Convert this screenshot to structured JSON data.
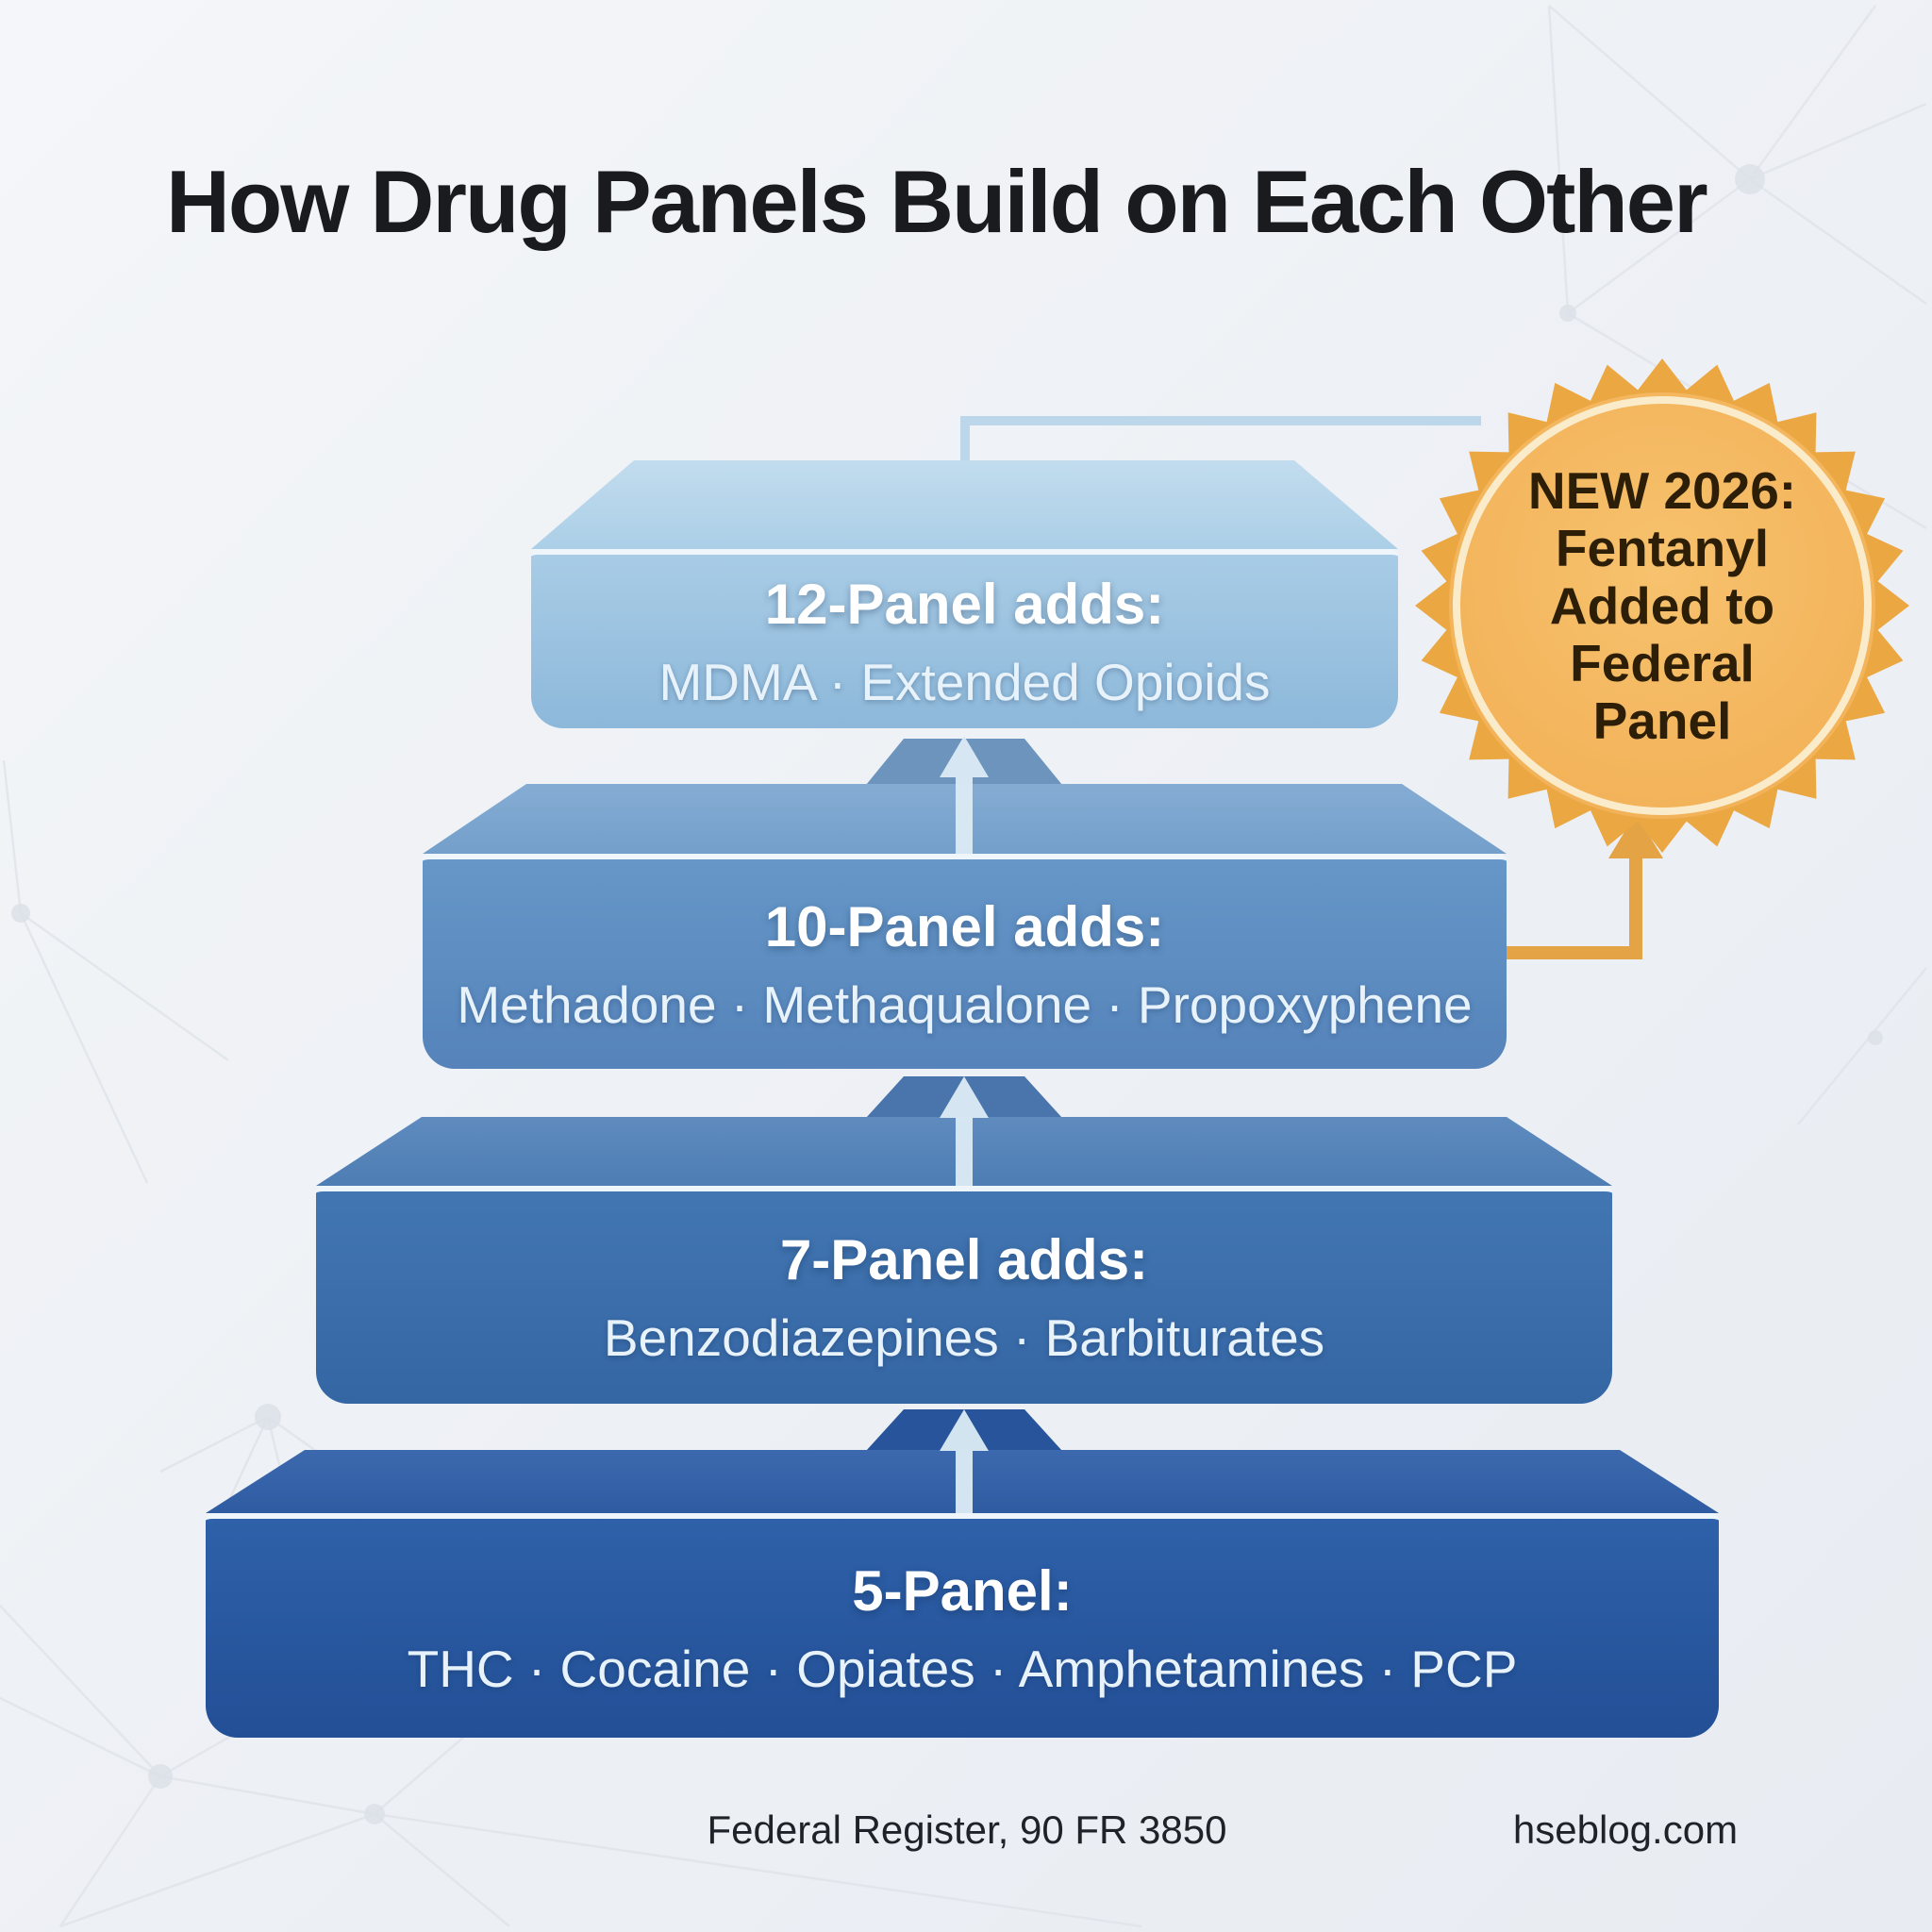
{
  "title": "How Drug Panels Build on Each Other",
  "panels": [
    {
      "id": "12-panel",
      "heading": "12-Panel adds:",
      "items": "MDMA · Extended Opioids"
    },
    {
      "id": "10-panel",
      "heading": "10-Panel adds:",
      "items": "Methadone · Methaqualone · Propoxyphene"
    },
    {
      "id": "7-panel",
      "heading": "7-Panel adds:",
      "items": "Benzodiazepines · Barbiturates"
    },
    {
      "id": "5-panel",
      "heading": "5-Panel:",
      "items": "THC · Cocaine · Opiates · Amphetamines · PCP"
    }
  ],
  "badge": {
    "lines": [
      "NEW 2026:",
      "Fentanyl",
      "Added to",
      "Federal",
      "Panel"
    ]
  },
  "footer": {
    "source": "Federal Register, 90 FR 3850",
    "site": "hseblog.com"
  },
  "colors": {
    "panel_12_blue": "#9ac2e0",
    "panel_10_blue": "#5e90c2",
    "panel_7_blue": "#3c6fab",
    "panel_5_blue": "#28589f",
    "badge_orange": "#eba742",
    "badge_inner": "#f4b65c",
    "orange_connector": "#e4a344",
    "blue_connector": "#bdd7ea",
    "background": "#eef1f5",
    "title_text": "#191b1f"
  }
}
